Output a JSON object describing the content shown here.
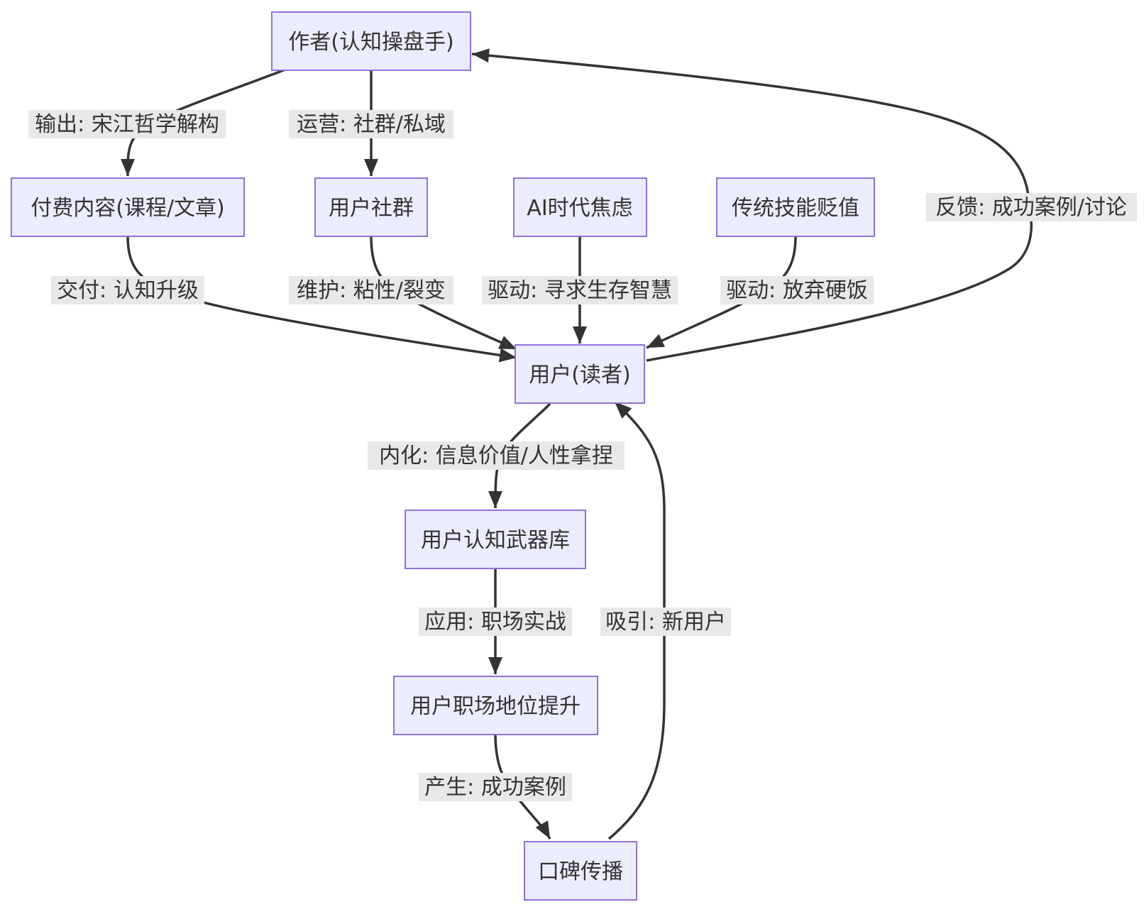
{
  "nodes": {
    "author": "作者(认知操盘手)",
    "paid": "付费内容(课程/文章)",
    "community": "用户社群",
    "ai": "AI时代焦虑",
    "skill": "传统技能贬值",
    "user": "用户(读者)",
    "arsenal": "用户认知武器库",
    "promotion": "用户职场地位提升",
    "wom": "口碑传播"
  },
  "edges": {
    "output": "输出: 宋江哲学解构",
    "operate": "运营: 社群/私域",
    "deliver": "交付: 认知升级",
    "maintain": "维护: 粘性/裂变",
    "drive_ai": "驱动: 寻求生存智慧",
    "drive_skill": "驱动: 放弃硬饭",
    "feedback": "反馈: 成功案例/讨论",
    "internalize": "内化: 信息价值/人性拿捏",
    "apply": "应用: 职场实战",
    "produce": "产生: 成功案例",
    "attract": "吸引: 新用户"
  },
  "colors": {
    "node_fill": "#ECECFF",
    "node_stroke": "#9370DB",
    "edge": "#333333",
    "label_bg": "#e8e8e8",
    "text": "#333333"
  }
}
